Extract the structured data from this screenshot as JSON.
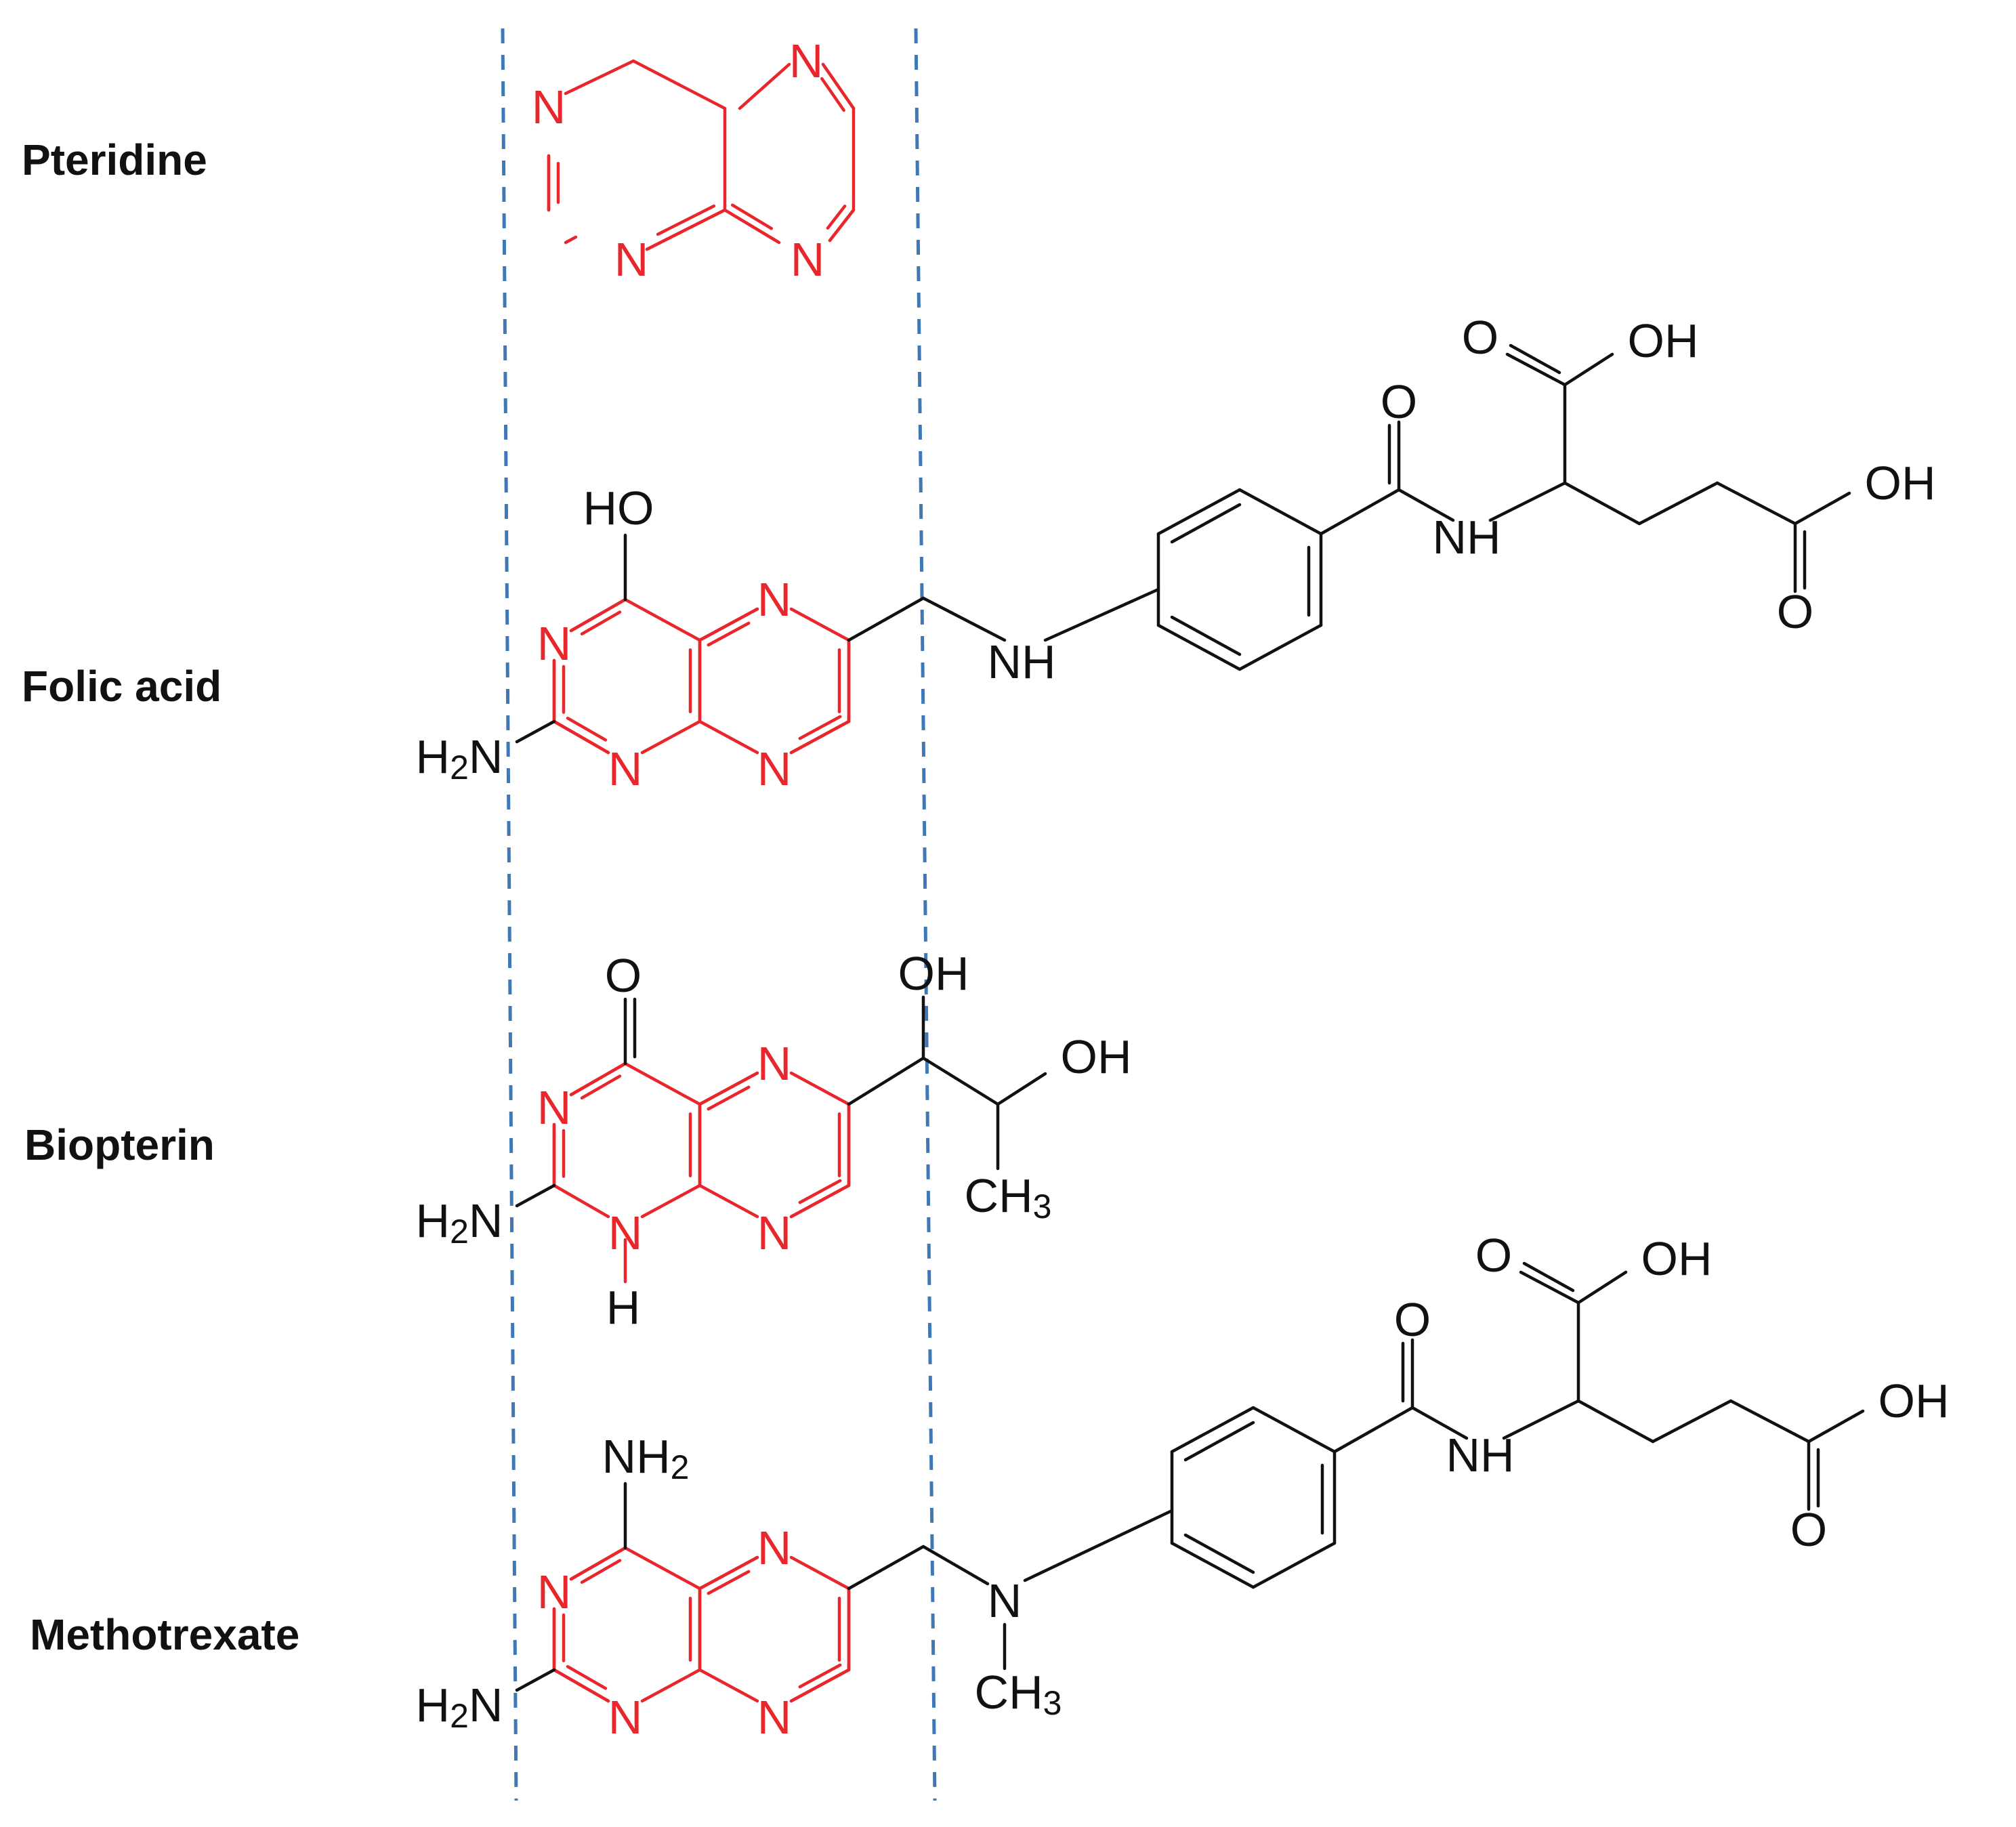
{
  "molecules": [
    {
      "name": "Pteridine"
    },
    {
      "name": "Folic acid"
    },
    {
      "name": "Biopterin"
    },
    {
      "name": "Methotrexate"
    }
  ],
  "atoms": {
    "N": "N",
    "NH": "NH",
    "O": "O",
    "OH": "OH",
    "HO": "HO",
    "H": "H",
    "H2N_main": "H",
    "H2N_sub": "2",
    "H2N_tail": "N",
    "NH2_main": "NH",
    "NH2_sub": "2",
    "CH3_main": "CH",
    "CH3_sub": "3"
  },
  "colors": {
    "core": "#e8262b",
    "substituent": "#111111",
    "guide": "#3f78b4"
  }
}
